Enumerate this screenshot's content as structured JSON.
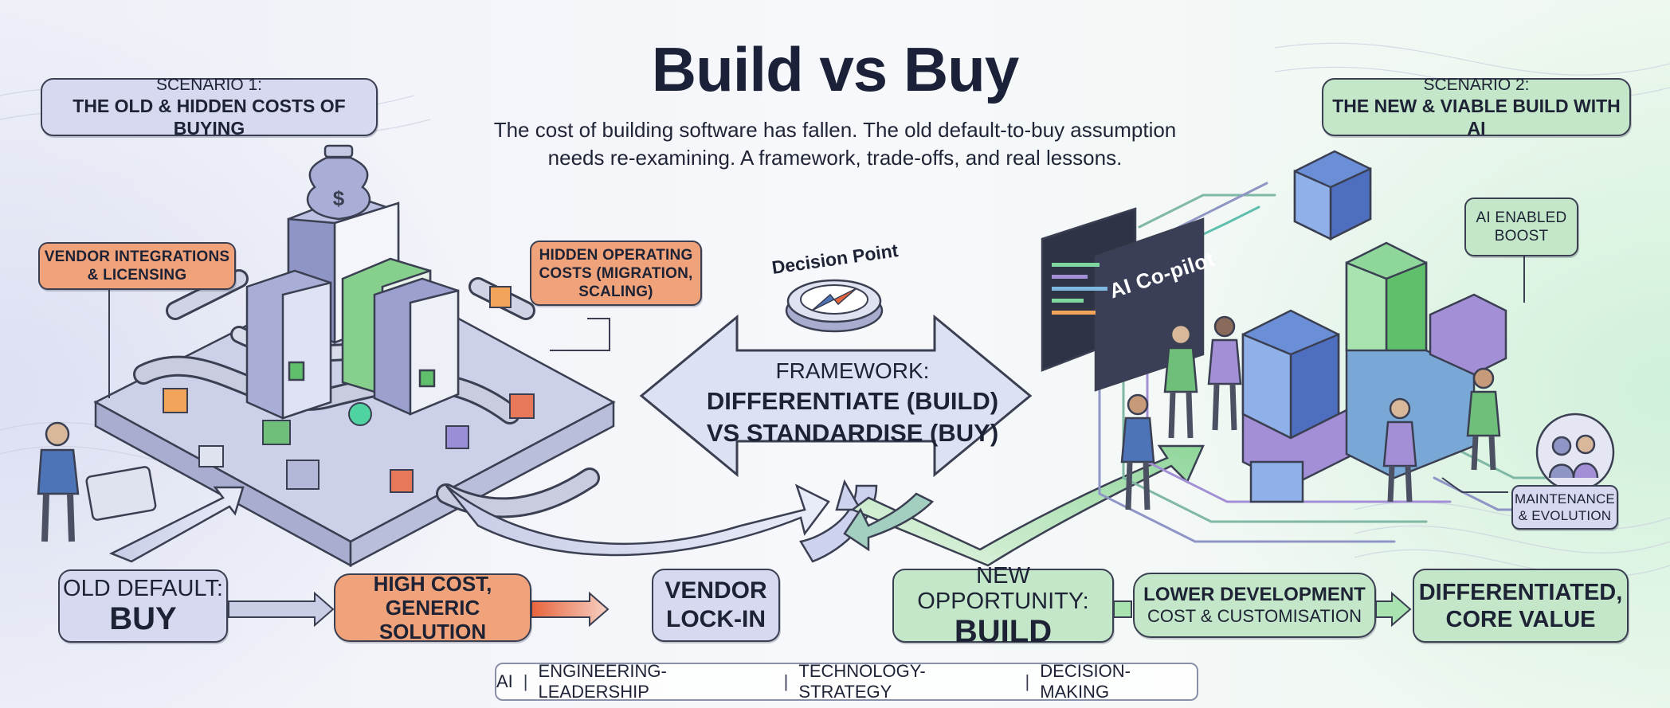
{
  "title": "Build vs Buy",
  "subtitle": {
    "line1": "The cost of building software has fallen. The old default-to-buy assumption",
    "line2": "needs re-examining. A framework, trade-offs, and real lessons."
  },
  "scenario1": {
    "label": "SCENARIO 1:",
    "title": "THE OLD & HIDDEN COSTS OF BUYING"
  },
  "scenario2": {
    "label": "SCENARIO 2:",
    "title": "THE NEW & VIABLE BUILD WITH AI"
  },
  "callouts": {
    "vendor_integrations": [
      "VENDOR INTEGRATIONS",
      "& LICENSING"
    ],
    "hidden_costs": [
      "HIDDEN OPERATING",
      "COSTS (MIGRATION,",
      "SCALING)"
    ],
    "ai_boost": [
      "AI ENABLED",
      "BOOST"
    ],
    "maintenance": [
      "MAINTENANCE",
      "& EVOLUTION"
    ]
  },
  "center": {
    "decision_point": "Decision Point",
    "framework_label": "FRAMEWORK:",
    "framework_line1": "DIFFERENTIATE (BUILD)",
    "framework_line2": "VS STANDARDISE (BUY)",
    "ai_copilot": "AI Co-pilot"
  },
  "flow_left": {
    "old_default_label": "OLD DEFAULT:",
    "old_default_value": "BUY",
    "high_cost": [
      "HIGH COST,",
      "GENERIC SOLUTION"
    ],
    "vendor_lockin": [
      "VENDOR",
      "LOCK-IN"
    ]
  },
  "flow_right": {
    "new_opportunity_label": "NEW OPPORTUNITY:",
    "new_opportunity_value": "BUILD",
    "lower_cost": [
      "LOWER DEVELOPMENT",
      "COST & CUSTOMISATION"
    ],
    "differentiated": [
      "DIFFERENTIATED,",
      "CORE VALUE"
    ]
  },
  "tags": [
    "AI",
    "ENGINEERING-LEADERSHIP",
    "TECHNOLOGY-STRATEGY",
    "DECISION-MAKING"
  ],
  "colors": {
    "lavender": "#d6d9ef",
    "green": "#c3e7c8",
    "orange": "#f0a37b",
    "ink": "#1d2235"
  }
}
